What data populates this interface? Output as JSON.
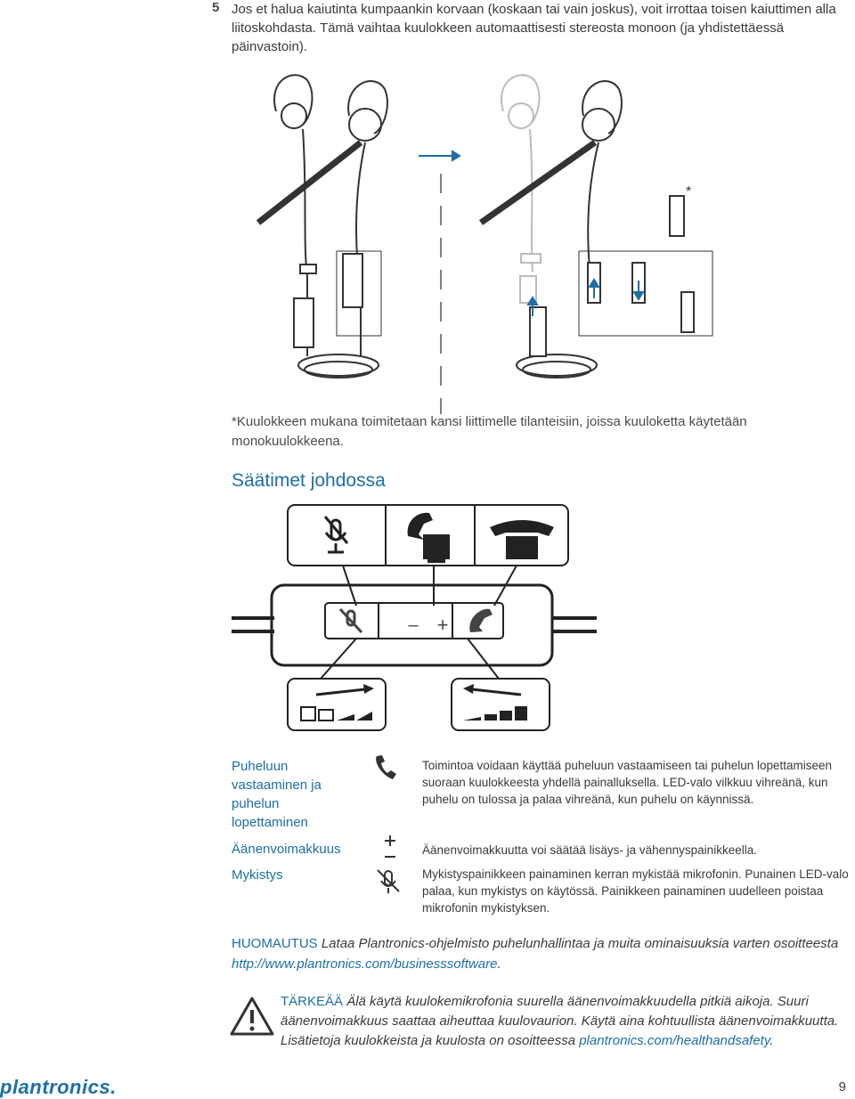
{
  "step": {
    "number": "5",
    "text": "Jos et halua kaiutinta kumpaankin korvaan (koskaan tai vain joskus), voit irrottaa toisen kaiuttimen alla liitoskohdasta. Tämä vaihtaa kuulokkeen automaattisesti stereosta monoon (ja yhdistettäessä päinvastoin)."
  },
  "figure": {
    "asterisk": "*"
  },
  "footnote": "*Kuulokkeen mukana toimitetaan kansi liittimelle tilanteisiin, joissa kuuloketta käytetään monokuulokkeena.",
  "section_title": "Säätimet johdossa",
  "controls": {
    "minus_label": "–",
    "plus_label": "+"
  },
  "rows": [
    {
      "label": "Puheluun vastaaminen ja puhelun lopettaminen",
      "icon": "handset-icon",
      "description": "Toimintoa voidaan käyttää puheluun vastaamiseen tai puhelun lopettamiseen suoraan kuulokkeesta yhdellä painalluksella. LED-valo vilkkuu vihreänä, kun puhelu on tulossa ja palaa vihreänä, kun puhelu on käynnissä."
    },
    {
      "label": "Äänenvoimakkuus",
      "icon": "plus-minus-icon",
      "description": "Äänenvoimakkuutta voi säätää lisäys- ja vähennyspainikkeella."
    },
    {
      "label": "Mykistys",
      "icon": "mute-mic-icon",
      "description": "Mykistyspainikkeen painaminen kerran mykistää mikrofonin. Punainen LED-valo palaa, kun mykistys on käytössä. Painikkeen painaminen uudelleen poistaa mikrofonin mykistyksen."
    }
  ],
  "note": {
    "label": "HUOMAUTUS",
    "text": "Lataa Plantronics-ohjelmisto puhelunhallintaa ja muita ominaisuuksia varten osoitteesta",
    "link": "http://www.plantronics.com/businesssoftware",
    "end": "."
  },
  "warning": {
    "label": "TÄRKEÄÄ",
    "text": "Älä käytä kuulokemikrofonia suurella äänenvoimakkuudella pitkiä aikoja. Suuri äänenvoimakkuus saattaa aiheuttaa kuulovaurion. Käytä aina kohtuullista äänenvoimakkuutta. Lisätietoja kuulokkeista ja kuulosta on osoitteessa",
    "link": "plantronics.com/healthandsafety",
    "end": "."
  },
  "footer": {
    "logo": "plantronics.",
    "page_number": "9"
  },
  "colors": {
    "accent": "#1d6fa6",
    "text": "#3a3a3a"
  }
}
